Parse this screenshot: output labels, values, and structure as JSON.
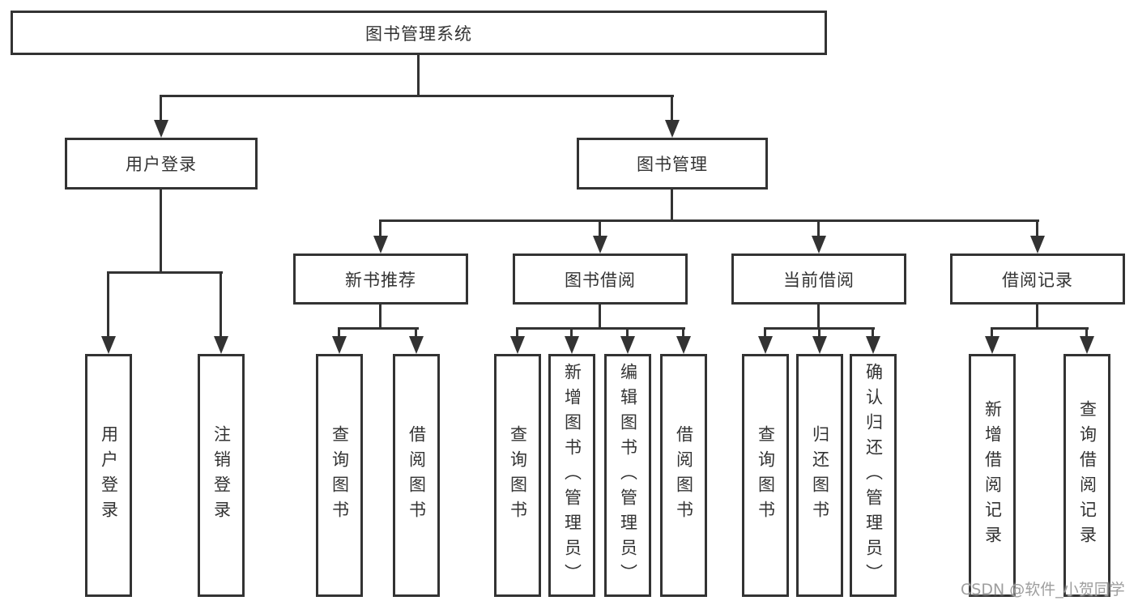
{
  "tree": {
    "root": {
      "label": "图书管理系统"
    },
    "branches": [
      {
        "label": "用户登录",
        "children": [
          {
            "label": "用户登录"
          },
          {
            "label": "注销登录"
          }
        ]
      },
      {
        "label": "图书管理",
        "children": [
          {
            "label": "新书推荐",
            "children": [
              {
                "label": "查询图书"
              },
              {
                "label": "借阅图书"
              }
            ]
          },
          {
            "label": "图书借阅",
            "children": [
              {
                "label": "查询图书"
              },
              {
                "label": "新增图书（管理员）"
              },
              {
                "label": "编辑图书（管理员）"
              },
              {
                "label": "借阅图书"
              }
            ]
          },
          {
            "label": "当前借阅",
            "children": [
              {
                "label": "查询图书"
              },
              {
                "label": "归还图书"
              },
              {
                "label": "确认归还（管理员）"
              }
            ]
          },
          {
            "label": "借阅记录",
            "children": [
              {
                "label": "新增借阅记录"
              },
              {
                "label": "查询借阅记录"
              }
            ]
          }
        ]
      }
    ]
  },
  "watermark": {
    "text": "CSDN @软件_小贺同学"
  },
  "colors": {
    "line": "#333333",
    "text": "#333333",
    "watermark": "#9e9e9e",
    "background": "#ffffff"
  }
}
